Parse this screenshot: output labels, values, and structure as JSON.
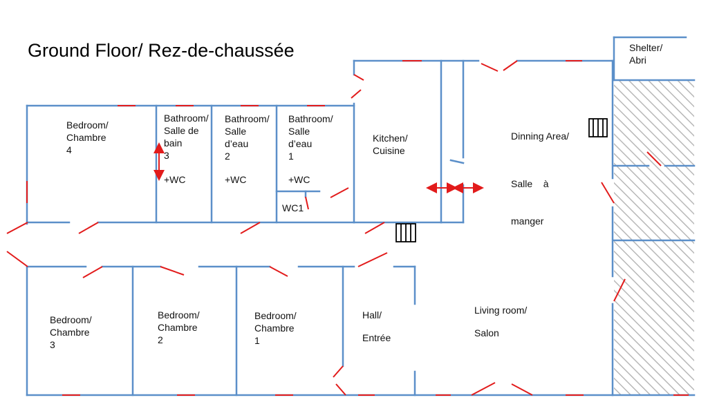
{
  "title": "Ground Floor/ Rez-de-chaussée",
  "colors": {
    "wall": "#5b8fc9",
    "opening": "#e21b1b",
    "hatch": "#b8b8b8",
    "text": "#111111"
  },
  "rooms": {
    "bedroom4": [
      "Bedroom/",
      "Chambre",
      "4"
    ],
    "bathroom3": [
      "Bathroom/",
      "Salle de",
      "bain",
      "3"
    ],
    "bathroom3_wc": "+WC",
    "bathroom2": [
      "Bathroom/",
      "Salle",
      "d’eau",
      "2"
    ],
    "bathroom2_wc": "+WC",
    "bathroom1": [
      "Bathroom/",
      "Salle",
      "d’eau",
      "1"
    ],
    "bathroom1_wc": "+WC",
    "wc1": "WC1",
    "kitchen": [
      "Kitchen/",
      "Cuisine"
    ],
    "dining_a": "Dinning Area/",
    "dining_b": [
      "Salle    à",
      "manger"
    ],
    "shelter": [
      "Shelter/",
      "Abri"
    ],
    "bedroom3": [
      "Bedroom/",
      "Chambre",
      "3"
    ],
    "bedroom2": [
      "Bedroom/",
      "Chambre",
      "2"
    ],
    "bedroom1": [
      "Bedroom/",
      "Chambre",
      "1"
    ],
    "hall_a": "Hall/",
    "hall_b": "Entrée",
    "living_a": "Living room/",
    "living_b": "Salon"
  },
  "icons": {
    "radiator": "radiator-icon",
    "arrow": "double-arrow-icon"
  }
}
